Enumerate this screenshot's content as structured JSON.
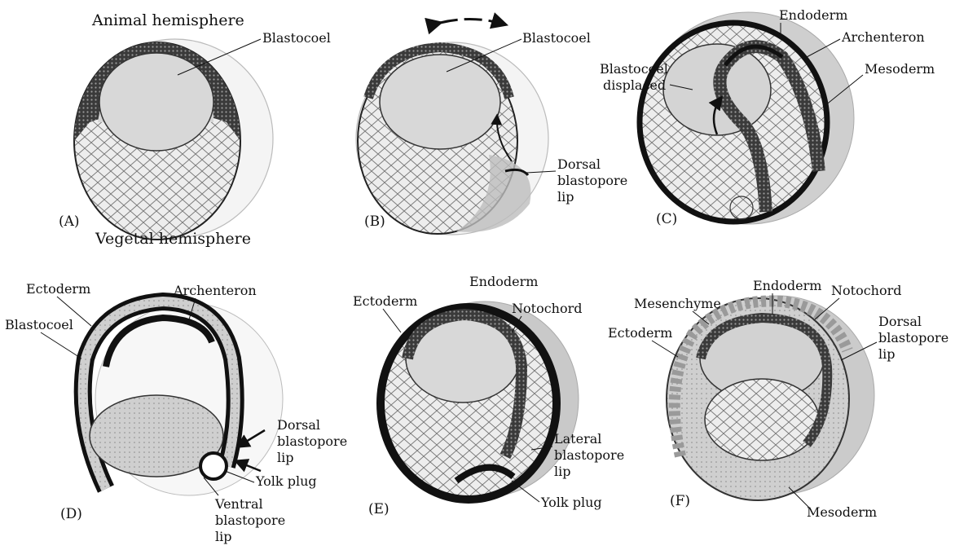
{
  "panels": [
    {
      "id": "A",
      "tag": "(A)",
      "labels": [
        "Animal hemisphere",
        "Blastocoel",
        "Vegetal hemisphere"
      ]
    },
    {
      "id": "B",
      "tag": "(B)",
      "labels": [
        "Blastocoel",
        "Dorsal",
        "blastopore",
        "lip"
      ]
    },
    {
      "id": "C",
      "tag": "(C)",
      "labels": [
        "Endoderm",
        "Archenteron",
        "Blastocoel",
        "displaced",
        "Mesoderm"
      ]
    },
    {
      "id": "D",
      "tag": "(D)",
      "labels": [
        "Ectoderm",
        "Archenteron",
        "Blastocoel",
        "Dorsal",
        "blastopore",
        "lip",
        "Yolk plug",
        "Ventral",
        "blastopore",
        "lip"
      ]
    },
    {
      "id": "E",
      "tag": "(E)",
      "labels": [
        "Endoderm",
        "Ectoderm",
        "Notochord",
        "Lateral",
        "blastopore",
        "lip",
        "Yolk plug"
      ]
    },
    {
      "id": "F",
      "tag": "(F)",
      "labels": [
        "Endoderm",
        "Mesenchyme",
        "Notochord",
        "Dorsal",
        "blastopore",
        "lip",
        "Ectoderm",
        "Mesoderm"
      ]
    }
  ],
  "colors": {
    "ink": "#111111",
    "tissue": "#2a2a2a",
    "yolk": "#e8e8e8",
    "cavity": "#d9d9d9",
    "shade": "#bdbdbd"
  }
}
